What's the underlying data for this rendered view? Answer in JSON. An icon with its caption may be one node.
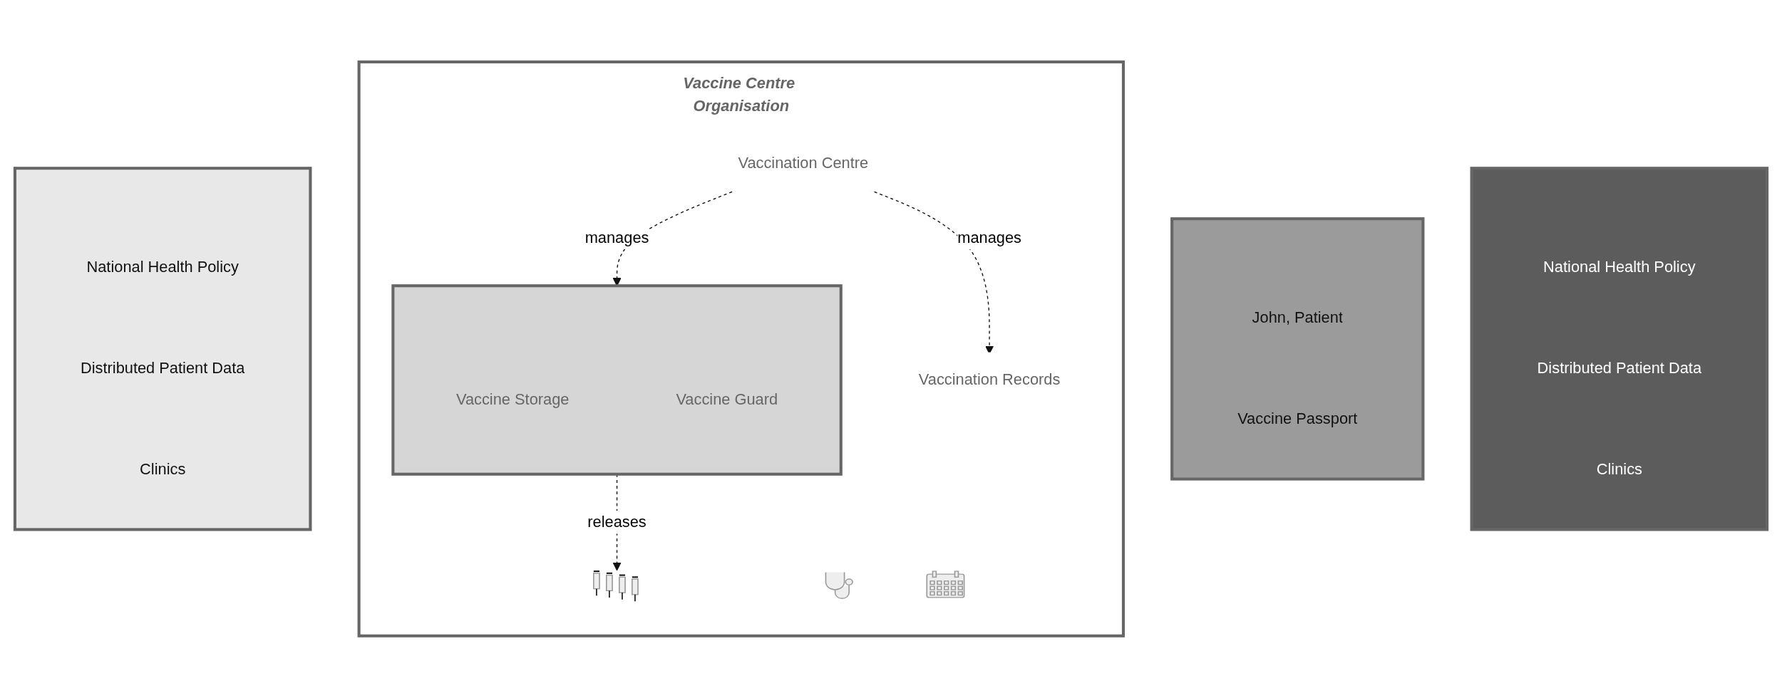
{
  "diagram": {
    "nodes": [
      {
        "text": [],
        "shape": "box"
      },
      {
        "text": [
          "National Health Policy"
        ],
        "in": 0
      },
      {
        "text": [
          "Distributed Patient Data"
        ],
        "in": 0
      },
      {
        "text": [
          "Clinics"
        ],
        "in": 0
      },
      {
        "text": [
          "Vaccine Centre Organisation"
        ]
      },
      {
        "text": [
          "Vaccination Centre"
        ],
        "in": 4
      },
      {
        "text": [],
        "shape": "box",
        "in": 4
      },
      {
        "text": [
          "Vaccine Storage"
        ],
        "in": 6
      },
      {
        "text": [
          "Vaccine Guard"
        ],
        "in": 6
      },
      {
        "text": [
          "Vaccination Records"
        ],
        "in": 4
      },
      {
        "text": [],
        "shape": "picture",
        "in": 4
      },
      {
        "text": [],
        "shape": "picture",
        "in": 4
      },
      {
        "text": [],
        "shape": "picture",
        "in": 4
      },
      {
        "text": [],
        "shape": "box"
      },
      {
        "text": [
          "John, Patient"
        ],
        "in": 13
      },
      {
        "text": [
          "Vaccine Passport"
        ],
        "in": 13
      },
      {
        "text": [],
        "shape": "box"
      },
      {
        "text": [
          "National Health Policy"
        ],
        "in": 16
      },
      {
        "text": [
          "Distributed Patient Data"
        ],
        "in": 16
      },
      {
        "text": [
          "Clinics"
        ],
        "in": 16
      }
    ],
    "edges": [
      {
        "from": 5,
        "to": 6,
        "arrow": "to",
        "label": "manages",
        "style": "dashed"
      },
      {
        "from": 5,
        "to": 9,
        "arrow": "to",
        "label": "manages",
        "style": "dashed"
      },
      {
        "from": 6,
        "to": 10,
        "arrow": "to",
        "label": "releases",
        "style": "dashed"
      }
    ]
  }
}
